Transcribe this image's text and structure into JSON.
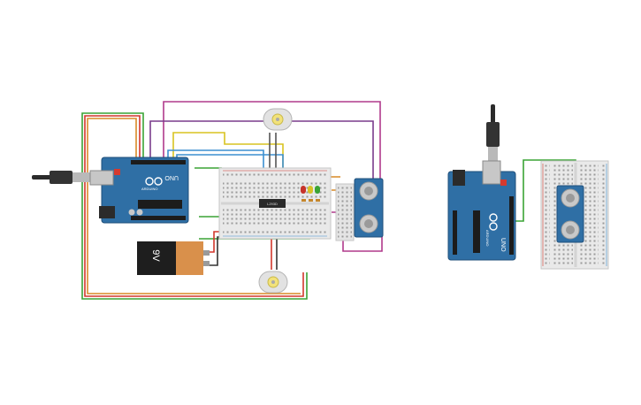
{
  "circuit_left": {
    "arduino": {
      "model_label": "UNO",
      "brand_label": "ARDUINO"
    },
    "battery": {
      "label": "9V"
    },
    "ic_chip": {
      "label": "L293D"
    },
    "ultrasonic_sensor": {
      "name": "ultrasonic-sensor"
    },
    "motors": [
      "motor-top",
      "motor-bottom"
    ],
    "leds": [
      "red",
      "yellow",
      "green"
    ]
  },
  "circuit_right": {
    "arduino": {
      "model_label": "UNO",
      "brand_label": "ARDUINO"
    },
    "ultrasonic_sensor": {
      "name": "ultrasonic-sensor"
    }
  },
  "colors": {
    "arduino_blue": "#2f6fa5",
    "breadboard": "#e9e9e9",
    "wire_green": "#3aa335",
    "wire_red": "#d2372c",
    "wire_magenta": "#b03a8c",
    "wire_yellow": "#d8c321",
    "wire_blue": "#3c8fd1",
    "wire_orange": "#d98a27",
    "wire_purple": "#7a3c8c"
  }
}
